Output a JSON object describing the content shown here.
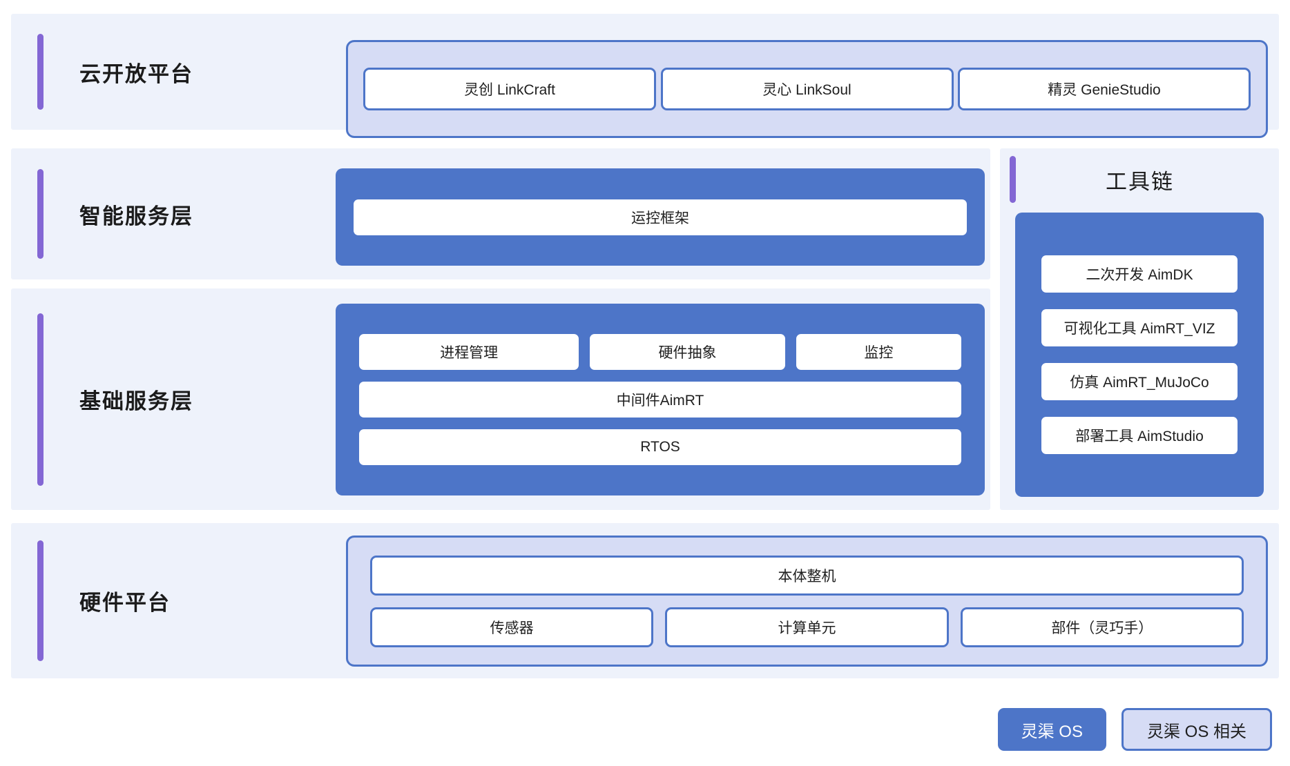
{
  "diagram": {
    "accent_color": "#8367d4",
    "primary_blue": "#4d75c8",
    "light_lavender": "#d6dcf5",
    "panel_background": "#eef2fb",
    "rows": [
      {
        "title": "云开放平台",
        "style": "light",
        "items": [
          "灵创 LinkCraft",
          "灵心 LinkSoul",
          "精灵 GenieStudio"
        ]
      },
      {
        "title": "智能服务层",
        "style": "solid",
        "items": [
          "运控框架"
        ]
      },
      {
        "title": "基础服务层",
        "style": "solid",
        "group_a": [
          "进程管理",
          "硬件抽象",
          "监控"
        ],
        "group_b": "中间件AimRT",
        "group_c": "RTOS"
      },
      {
        "title": "硬件平台",
        "style": "light",
        "main": "本体整机",
        "items": [
          "传感器",
          "计算单元",
          "部件（灵巧手）"
        ]
      }
    ]
  },
  "toolchain": {
    "title": "工具链",
    "items": [
      "二次开发 AimDK",
      "可视化工具 AimRT_VIZ",
      "仿真 AimRT_MuJoCo",
      "部署工具 AimStudio"
    ]
  },
  "legend": {
    "items": [
      {
        "label": "灵渠 OS",
        "style": "solid",
        "color": "#4d75c8"
      },
      {
        "label": "灵渠 OS 相关",
        "style": "outline",
        "color": "#d6dcf5"
      }
    ]
  }
}
